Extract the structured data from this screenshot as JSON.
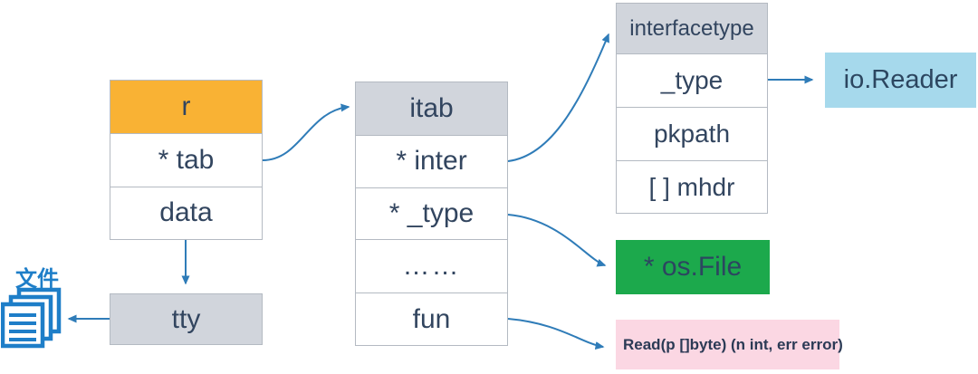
{
  "diagram": {
    "r_box": {
      "header": "r",
      "rows": [
        "* tab",
        "data"
      ]
    },
    "tty_box": {
      "label": "tty"
    },
    "itab_box": {
      "header": "itab",
      "rows": [
        "* inter",
        "* _type",
        "……",
        "fun"
      ]
    },
    "interfacetype_box": {
      "header": "interfacetype",
      "rows": [
        "_type",
        "pkpath",
        "[ ] mhdr"
      ]
    },
    "io_reader_box": {
      "label": "io.Reader"
    },
    "os_file_box": {
      "label": "* os.File"
    },
    "read_method_box": {
      "label": "Read(p []byte) (n int, err error)"
    },
    "file_icon_label": "文件"
  },
  "colors": {
    "accent_orange": "#F9B234",
    "header_gray": "#D1D5DC",
    "border_gray": "#B4BAC2",
    "text_navy": "#32455F",
    "arrow_blue": "#2F7CB8",
    "io_reader_blue": "#A6D9EC",
    "os_file_green": "#1CA94C",
    "read_pink": "#FBD7E3",
    "file_icon_blue": "#1E7EC8"
  }
}
